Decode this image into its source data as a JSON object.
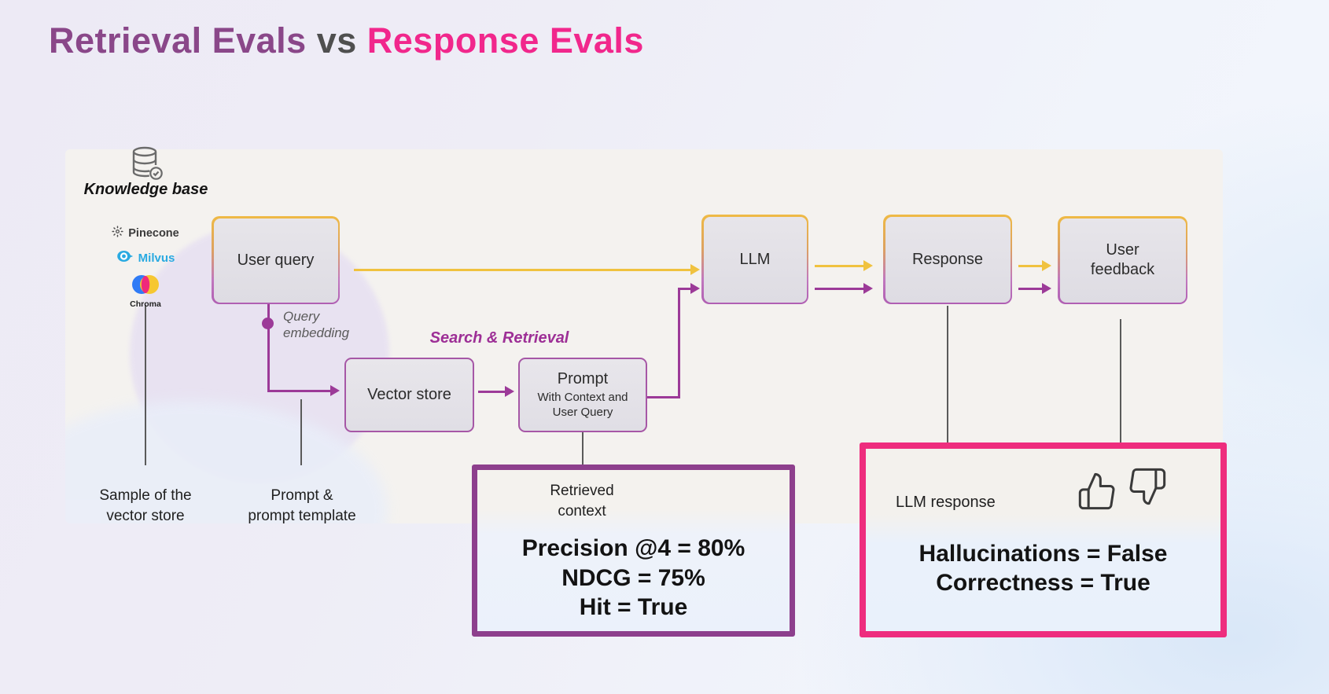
{
  "title": {
    "retrieval": "Retrieval Evals",
    "vs": "vs",
    "response": "Response Evals"
  },
  "knowledge_base": {
    "title": "Knowledge base",
    "providers": [
      {
        "name": "Pinecone"
      },
      {
        "name": "Milvus"
      },
      {
        "name": "Chroma"
      }
    ]
  },
  "nodes": {
    "user_query": {
      "label": "User query"
    },
    "vector_store": {
      "label": "Vector store"
    },
    "prompt": {
      "title": "Prompt",
      "subtitle": "With Context and\nUser Query"
    },
    "llm": {
      "label": "LLM"
    },
    "response": {
      "label": "Response"
    },
    "user_feedback": {
      "label": "User\nfeedback"
    }
  },
  "annotations": {
    "query_embedding": "Query\nembedding",
    "search_and_retrieval": "Search & Retrieval",
    "sample_of_vector_store": "Sample of the\nvector store",
    "prompt_and_template": "Prompt &\nprompt template",
    "retrieved_context": "Retrieved\ncontext",
    "llm_response": "LLM response"
  },
  "retrieval_evals": {
    "metrics": [
      "Precision @4 = 80%",
      "NDCG = 75%",
      "Hit = True"
    ]
  },
  "response_evals": {
    "metrics": [
      "Hallucinations = False",
      "Correctness = True"
    ]
  },
  "icons": {
    "knowledge_base": "database-check-icon",
    "pinecone": "pinecone-gear-icon",
    "milvus": "milvus-eye-icon",
    "chroma": "chroma-circles-logo",
    "positive": "thumbs-up-icon",
    "negative": "thumbs-down-icon"
  },
  "colors": {
    "retrieval_accent": "#8a4789",
    "response_accent": "#ee2d7e",
    "yellow_flow": "#f0c23f",
    "purple_flow": "#9c3a98",
    "milvus_blue": "#29aae1"
  }
}
